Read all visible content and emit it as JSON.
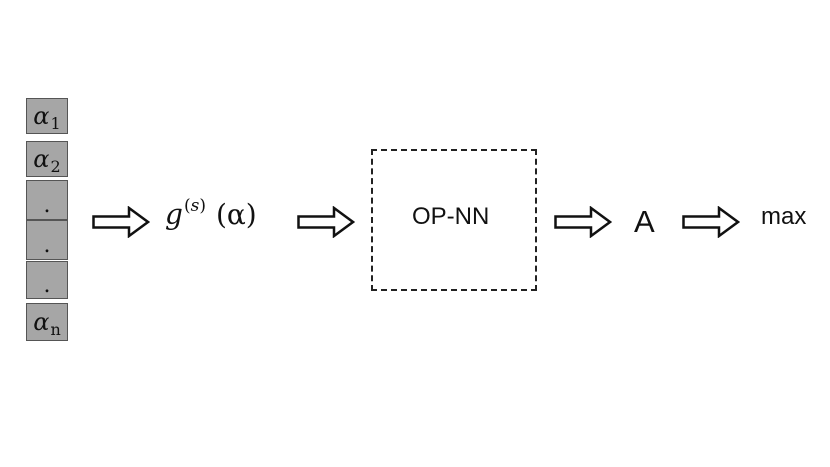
{
  "stack": {
    "cells": [
      {
        "symbol": "α",
        "sub": "1"
      },
      {
        "symbol": "α",
        "sub": "2"
      },
      {
        "dot": "."
      },
      {
        "dot": "."
      },
      {
        "dot": "."
      },
      {
        "symbol": "α",
        "sub": "n"
      }
    ]
  },
  "func": {
    "g": "g",
    "sup_open": "(",
    "sup_var": "s",
    "sup_close": ")",
    "arg": "(α)"
  },
  "box": {
    "label": "OP-NN"
  },
  "output": {
    "label": "A"
  },
  "final": {
    "label": "max"
  }
}
